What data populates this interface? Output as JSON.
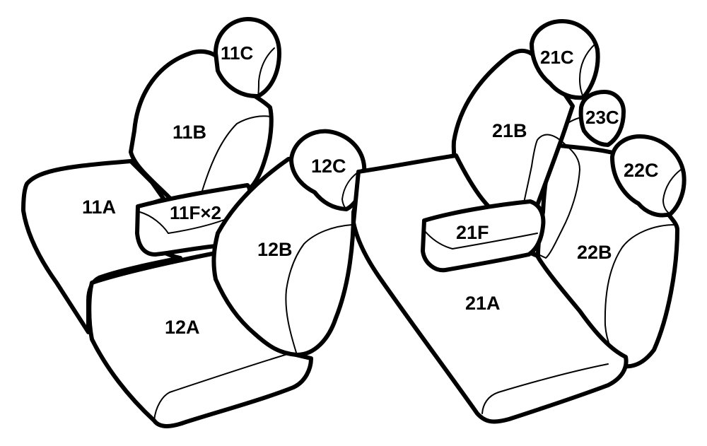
{
  "labels": {
    "seat_11A": "11A",
    "seat_11B": "11B",
    "seat_11C": "11C",
    "seat_11F": "11F×2",
    "seat_12A": "12A",
    "seat_12B": "12B",
    "seat_12C": "12C",
    "seat_21A": "21A",
    "seat_21B": "21B",
    "seat_21C": "21C",
    "seat_21F": "21F",
    "seat_22B": "22B",
    "seat_22C": "22C",
    "seat_23C": "23C"
  },
  "colors": {
    "line": "#000000",
    "fill": "#ffffff"
  }
}
